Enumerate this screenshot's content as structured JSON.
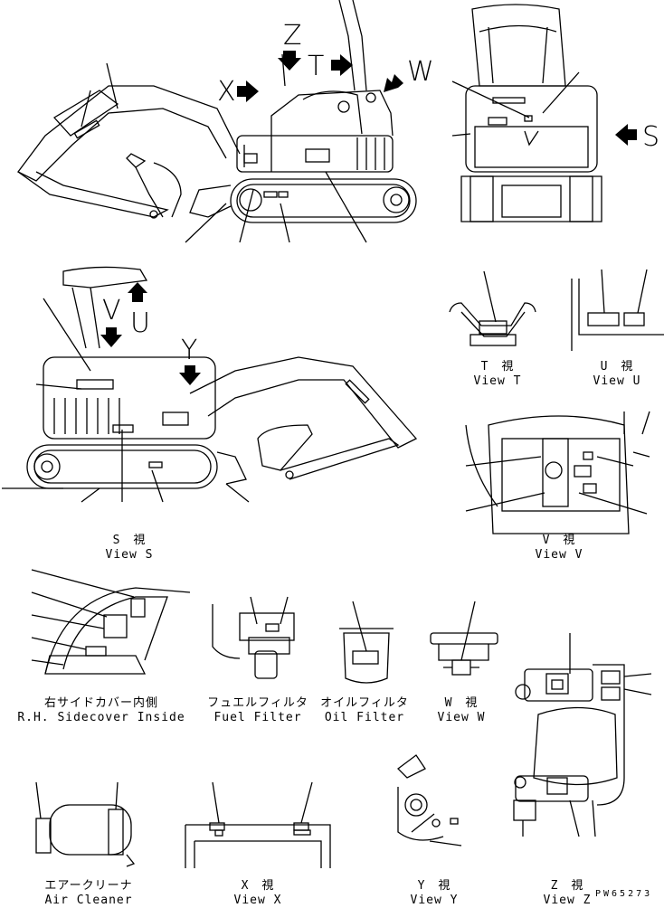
{
  "arrows": {
    "z": "Z",
    "t": "T",
    "w": "W",
    "x": "X",
    "s": "S",
    "v": "V",
    "u": "U",
    "y": "Y"
  },
  "captions": {
    "view_t_jp": "T　視",
    "view_t_en": "View T",
    "view_u_jp": "U　視",
    "view_u_en": "View U",
    "view_s_jp": "S　視",
    "view_s_en": "View S",
    "view_v_jp": "V　視",
    "view_v_en": "View V",
    "rh_jp": "右サイドカバー内側",
    "rh_en": "R.H. Sidecover Inside",
    "fuel_jp": "フュエルフィルタ",
    "fuel_en": "Fuel Filter",
    "oil_jp": "オイルフィルタ",
    "oil_en": "Oil Filter",
    "view_w_jp": "W　視",
    "view_w_en": "View W",
    "air_jp": "エアークリーナ",
    "air_en": "Air Cleaner",
    "view_x_jp": "X　視",
    "view_x_en": "View X",
    "view_y_jp": "Y　視",
    "view_y_en": "View Y",
    "view_z_jp": "Z　視",
    "view_z_en": "View Z"
  },
  "drawing_code": "PW65273"
}
